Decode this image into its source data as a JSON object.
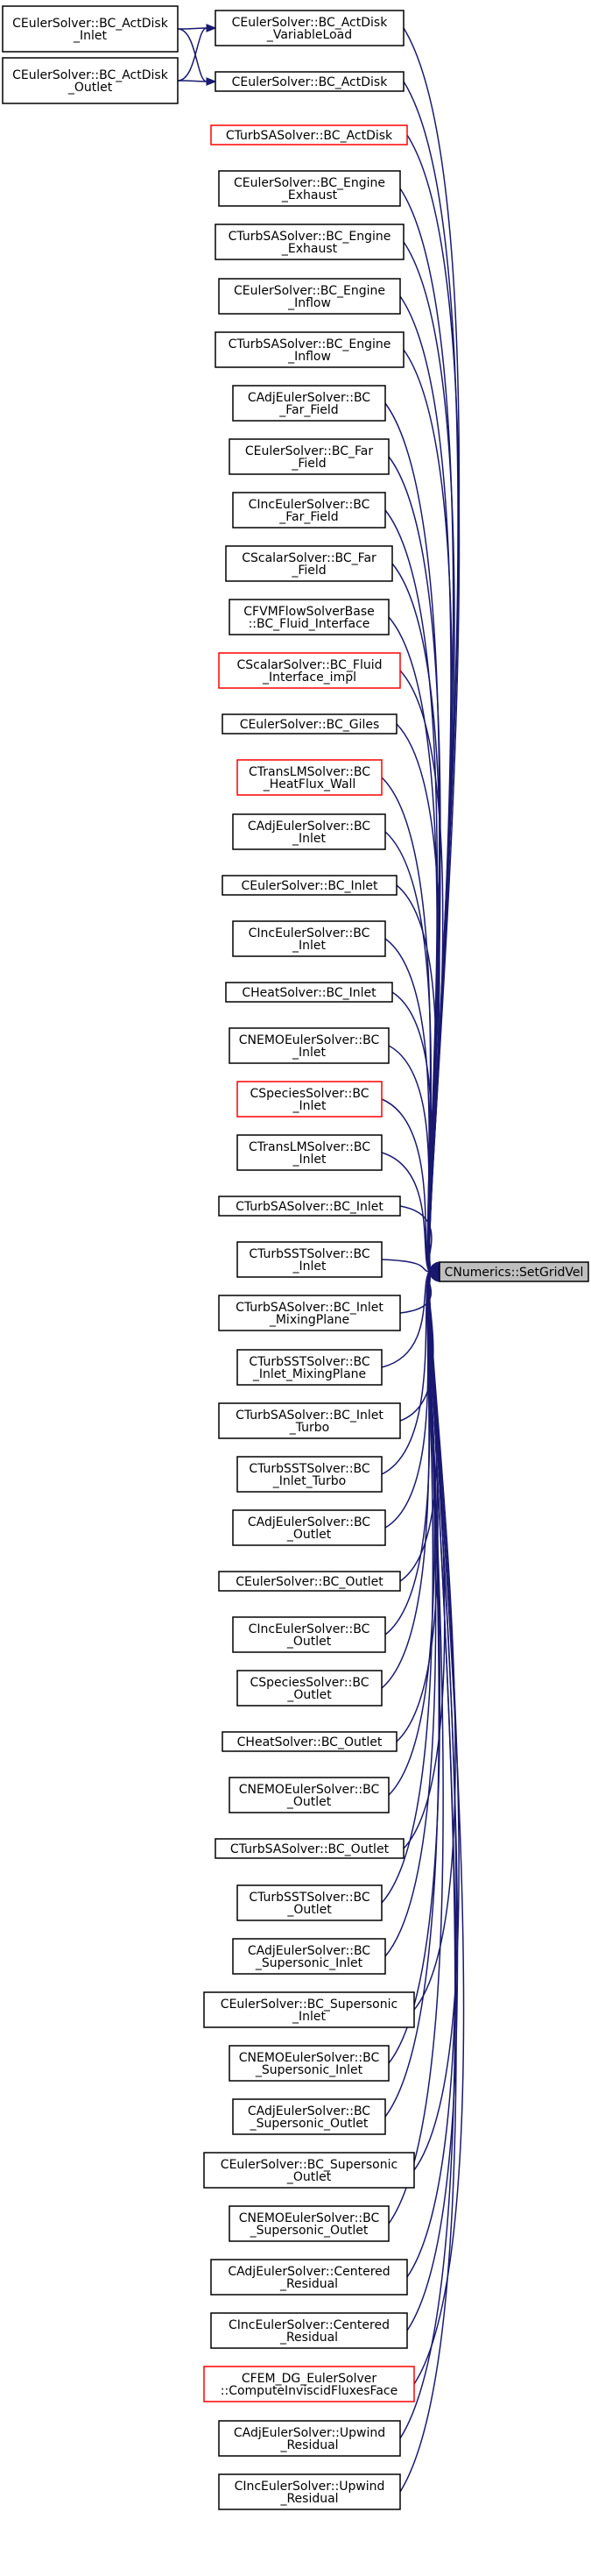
{
  "target": {
    "label": "CNumerics::SetGridVel",
    "color": "#bfbfbf"
  },
  "edge_color": "#191970",
  "extra_edges": [
    {
      "from": "CEulerSolver::BC_ActDisk _Inlet",
      "to": "CEulerSolver::BC_ActDisk _VariableLoad"
    },
    {
      "from": "CEulerSolver::BC_ActDisk _Inlet",
      "to": "CEulerSolver::BC_ActDisk"
    },
    {
      "from": "CEulerSolver::BC_ActDisk _Outlet",
      "to": "CEulerSolver::BC_ActDisk _VariableLoad"
    },
    {
      "from": "CEulerSolver::BC_ActDisk _Outlet",
      "to": "CEulerSolver::BC_ActDisk"
    }
  ],
  "left_nodes": [
    {
      "lines": [
        "CEulerSolver::BC_ActDisk",
        "_Inlet"
      ],
      "red": false
    },
    {
      "lines": [
        "CEulerSolver::BC_ActDisk",
        "_Outlet"
      ],
      "red": false
    }
  ],
  "callers": [
    {
      "lines": [
        "CEulerSolver::BC_ActDisk",
        "_VariableLoad"
      ],
      "red": false
    },
    {
      "lines": [
        "CEulerSolver::BC_ActDisk"
      ],
      "red": false
    },
    {
      "lines": [
        "CTurbSASolver::BC_ActDisk"
      ],
      "red": true
    },
    {
      "lines": [
        "CEulerSolver::BC_Engine",
        "_Exhaust"
      ],
      "red": false
    },
    {
      "lines": [
        "CTurbSASolver::BC_Engine",
        "_Exhaust"
      ],
      "red": false
    },
    {
      "lines": [
        "CEulerSolver::BC_Engine",
        "_Inflow"
      ],
      "red": false
    },
    {
      "lines": [
        "CTurbSASolver::BC_Engine",
        "_Inflow"
      ],
      "red": false
    },
    {
      "lines": [
        "CAdjEulerSolver::BC",
        "_Far_Field"
      ],
      "red": false
    },
    {
      "lines": [
        "CEulerSolver::BC_Far",
        "_Field"
      ],
      "red": false
    },
    {
      "lines": [
        "CIncEulerSolver::BC",
        "_Far_Field"
      ],
      "red": false
    },
    {
      "lines": [
        "CScalarSolver::BC_Far",
        "_Field"
      ],
      "red": false
    },
    {
      "lines": [
        "CFVMFlowSolverBase",
        "::BC_Fluid_Interface"
      ],
      "red": false
    },
    {
      "lines": [
        "CScalarSolver::BC_Fluid",
        "_Interface_impl"
      ],
      "red": true
    },
    {
      "lines": [
        "CEulerSolver::BC_Giles"
      ],
      "red": false
    },
    {
      "lines": [
        "CTransLMSolver::BC",
        "_HeatFlux_Wall"
      ],
      "red": true
    },
    {
      "lines": [
        "CAdjEulerSolver::BC",
        "_Inlet"
      ],
      "red": false
    },
    {
      "lines": [
        "CEulerSolver::BC_Inlet"
      ],
      "red": false
    },
    {
      "lines": [
        "CIncEulerSolver::BC",
        "_Inlet"
      ],
      "red": false
    },
    {
      "lines": [
        "CHeatSolver::BC_Inlet"
      ],
      "red": false
    },
    {
      "lines": [
        "CNEMOEulerSolver::BC",
        "_Inlet"
      ],
      "red": false
    },
    {
      "lines": [
        "CSpeciesSolver::BC",
        "_Inlet"
      ],
      "red": true
    },
    {
      "lines": [
        "CTransLMSolver::BC",
        "_Inlet"
      ],
      "red": false
    },
    {
      "lines": [
        "CTurbSASolver::BC_Inlet"
      ],
      "red": false
    },
    {
      "lines": [
        "CTurbSSTSolver::BC",
        "_Inlet"
      ],
      "red": false
    },
    {
      "lines": [
        "CTurbSASolver::BC_Inlet",
        "_MixingPlane"
      ],
      "red": false
    },
    {
      "lines": [
        "CTurbSSTSolver::BC",
        "_Inlet_MixingPlane"
      ],
      "red": false
    },
    {
      "lines": [
        "CTurbSASolver::BC_Inlet",
        "_Turbo"
      ],
      "red": false
    },
    {
      "lines": [
        "CTurbSSTSolver::BC",
        "_Inlet_Turbo"
      ],
      "red": false
    },
    {
      "lines": [
        "CAdjEulerSolver::BC",
        "_Outlet"
      ],
      "red": false
    },
    {
      "lines": [
        "CEulerSolver::BC_Outlet"
      ],
      "red": false
    },
    {
      "lines": [
        "CIncEulerSolver::BC",
        "_Outlet"
      ],
      "red": false
    },
    {
      "lines": [
        "CSpeciesSolver::BC",
        "_Outlet"
      ],
      "red": false
    },
    {
      "lines": [
        "CHeatSolver::BC_Outlet"
      ],
      "red": false
    },
    {
      "lines": [
        "CNEMOEulerSolver::BC",
        "_Outlet"
      ],
      "red": false
    },
    {
      "lines": [
        "CTurbSASolver::BC_Outlet"
      ],
      "red": false
    },
    {
      "lines": [
        "CTurbSSTSolver::BC",
        "_Outlet"
      ],
      "red": false
    },
    {
      "lines": [
        "CAdjEulerSolver::BC",
        "_Supersonic_Inlet"
      ],
      "red": false
    },
    {
      "lines": [
        "CEulerSolver::BC_Supersonic",
        "_Inlet"
      ],
      "red": false
    },
    {
      "lines": [
        "CNEMOEulerSolver::BC",
        "_Supersonic_Inlet"
      ],
      "red": false
    },
    {
      "lines": [
        "CAdjEulerSolver::BC",
        "_Supersonic_Outlet"
      ],
      "red": false
    },
    {
      "lines": [
        "CEulerSolver::BC_Supersonic",
        "_Outlet"
      ],
      "red": false
    },
    {
      "lines": [
        "CNEMOEulerSolver::BC",
        "_Supersonic_Outlet"
      ],
      "red": false
    },
    {
      "lines": [
        "CAdjEulerSolver::Centered",
        "_Residual"
      ],
      "red": false
    },
    {
      "lines": [
        "CIncEulerSolver::Centered",
        "_Residual"
      ],
      "red": false
    },
    {
      "lines": [
        "CFEM_DG_EulerSolver",
        "::ComputeInviscidFluxesFace"
      ],
      "red": true
    },
    {
      "lines": [
        "CAdjEulerSolver::Upwind",
        "_Residual"
      ],
      "red": false
    },
    {
      "lines": [
        "CIncEulerSolver::Upwind",
        "_Residual"
      ],
      "red": false
    }
  ]
}
